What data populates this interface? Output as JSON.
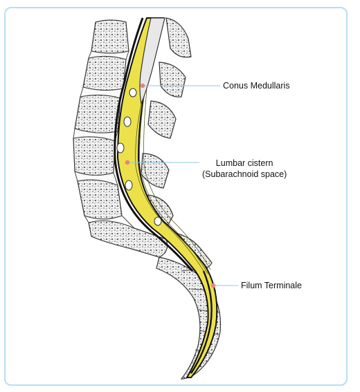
{
  "labels": {
    "conus": "Conus Medullaris",
    "cistern_line1": "Lumbar cistern",
    "cistern_line2": "(Subarachnoid space)",
    "filum": "Filum Terminale"
  },
  "colors": {
    "frame_border": "#b9ddf1",
    "csf_yellow": "#ece14a",
    "leader_line": "#8cc7e6",
    "marker_dot": "#ef7c86",
    "bone_fill": "#eeeeee",
    "outline": "#222222"
  },
  "icons": {
    "marker": "pink-dot-marker"
  }
}
